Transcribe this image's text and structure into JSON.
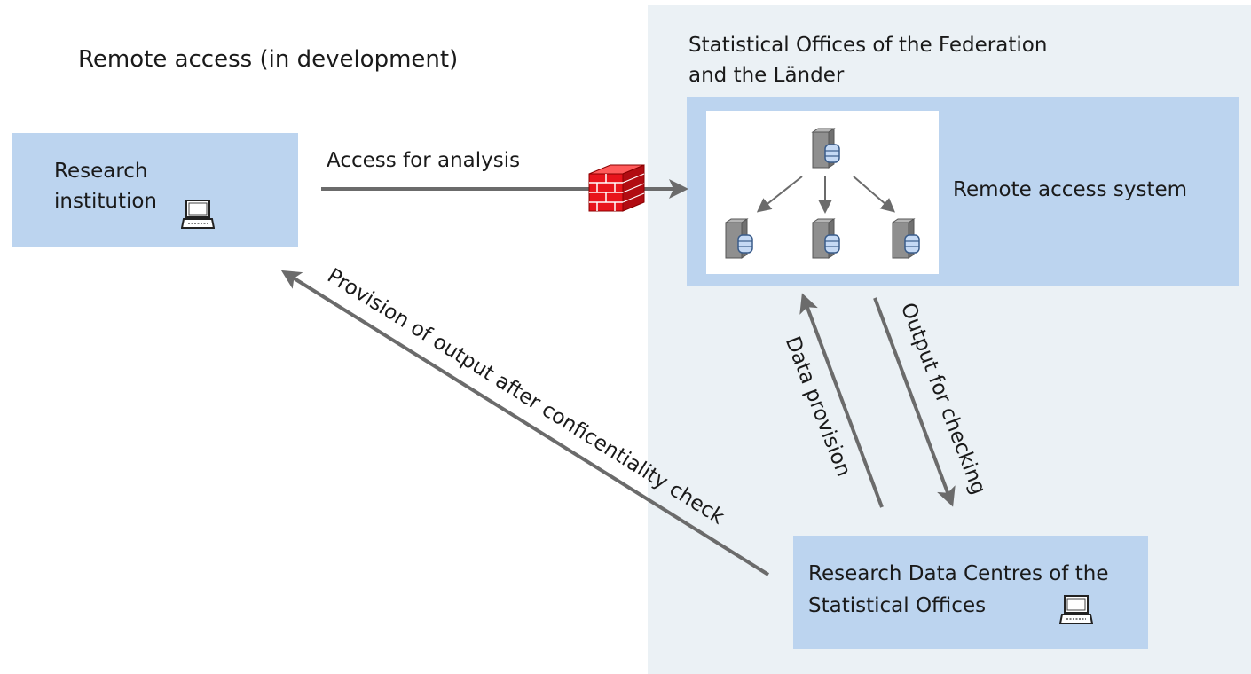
{
  "title": "Remote access (in development)",
  "offices_panel": {
    "label_line1": "Statistical Offices of the Federation",
    "label_line2": "and the Länder"
  },
  "research_institution": {
    "line1": "Research",
    "line2": "institution",
    "icon": "laptop-icon"
  },
  "remote_system": {
    "label": "Remote access system",
    "icons": [
      "server-icon",
      "server-icon",
      "server-icon",
      "server-icon"
    ]
  },
  "rdc": {
    "line1": "Research Data Centres of the",
    "line2": "Statistical Offices",
    "icon": "laptop-icon"
  },
  "arrows": {
    "access": "Access for analysis",
    "provision_output": "Provision of output after conficentiality check",
    "data_provision": "Data provision",
    "output_checking": "Output for checking"
  },
  "colors": {
    "panel": "#ebf1f5",
    "box": "#bcd4ef",
    "arrow": "#6b6b6b",
    "firewall": "#e8141c"
  }
}
